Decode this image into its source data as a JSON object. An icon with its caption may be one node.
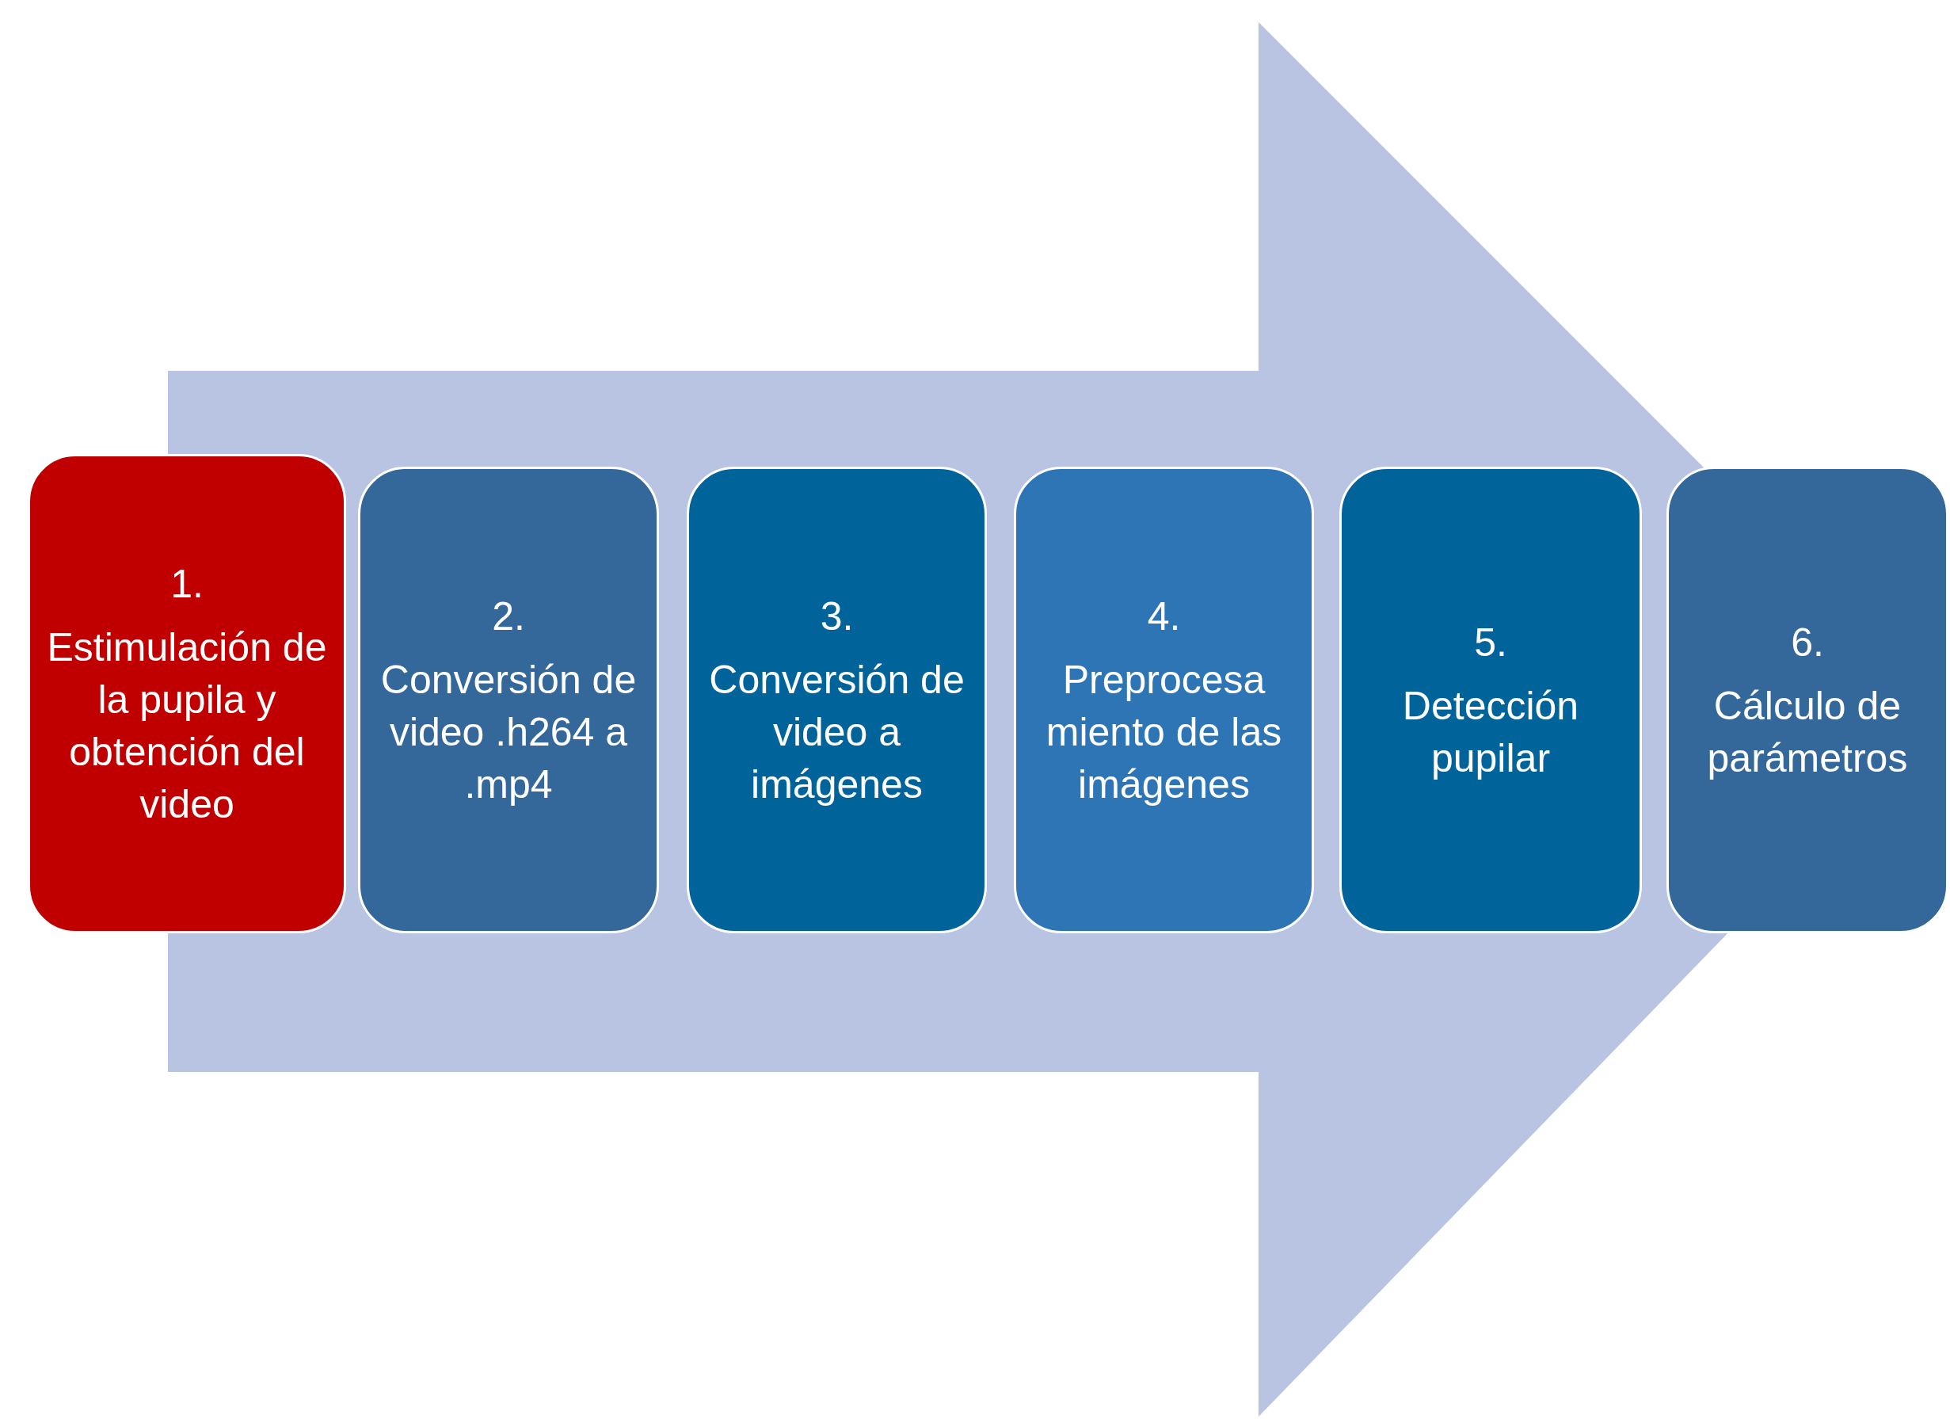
{
  "diagram": {
    "nodes": [
      {
        "text": [
          "1.",
          "Estimulación de la pupila y obtención del video"
        ]
      },
      {
        "text": [
          "2.",
          "Conversión de video .h264 a .mp4"
        ]
      },
      {
        "text": [
          "3.",
          "Conversión de video a imágenes"
        ]
      },
      {
        "text": [
          "4.",
          "Preprocesa miento de las imágenes"
        ]
      },
      {
        "text": [
          "5.",
          "Detección pupilar"
        ]
      },
      {
        "text": [
          "6.",
          "Cálculo de parámetros"
        ]
      }
    ],
    "edges": [
      {
        "from": 0,
        "to": 5,
        "arrow": "to"
      }
    ]
  }
}
